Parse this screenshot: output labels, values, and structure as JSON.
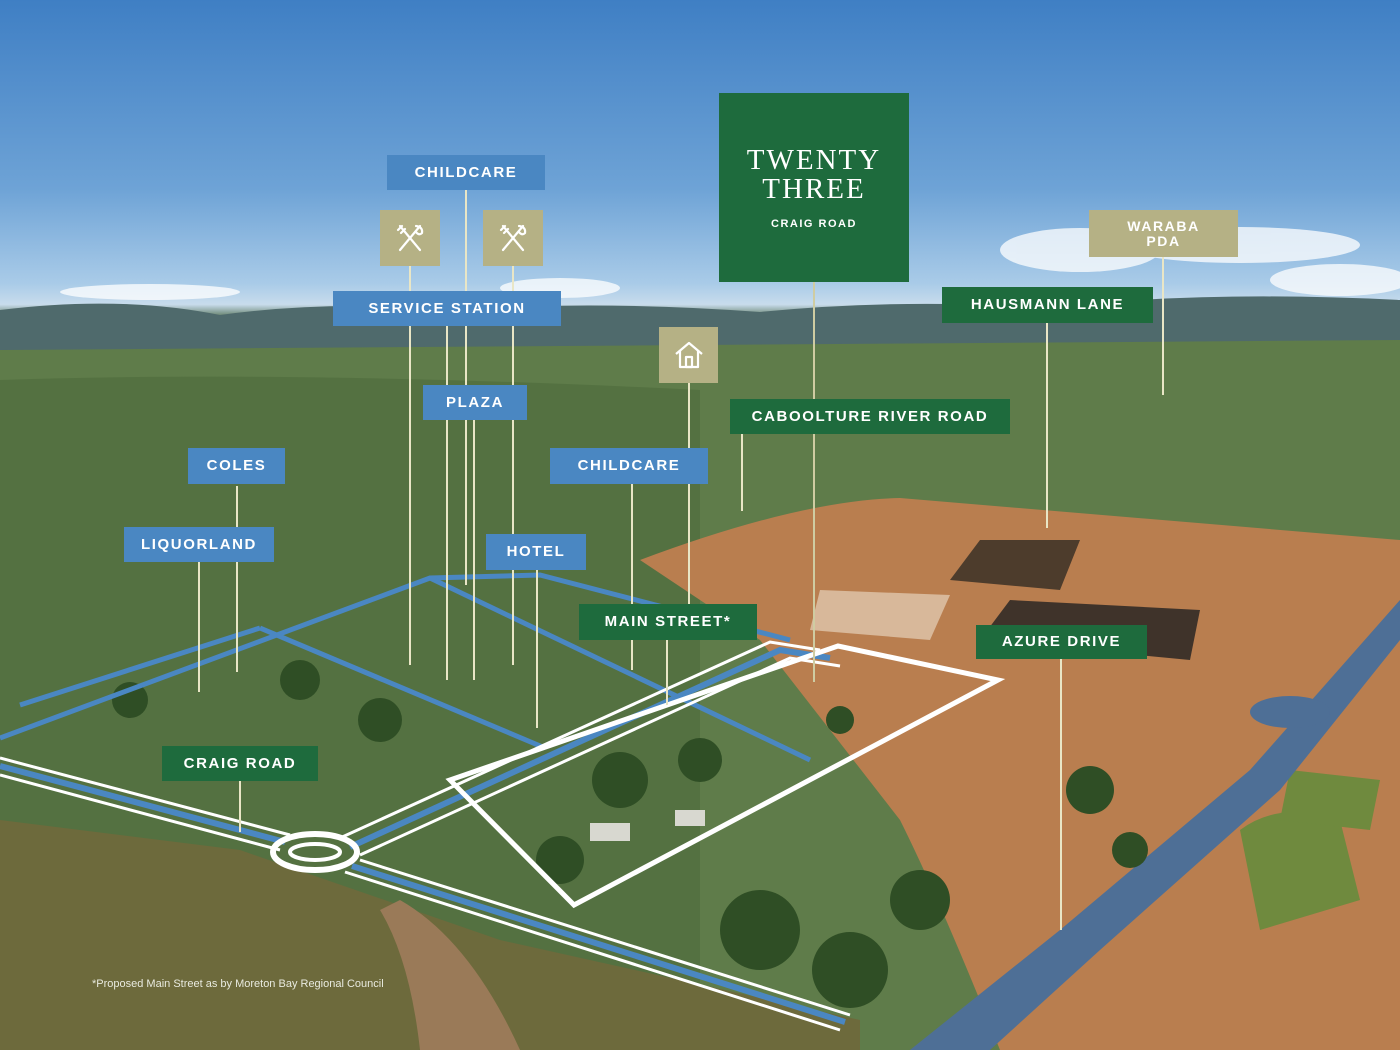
{
  "brand": {
    "line1": "TWENTY",
    "line2": "THREE",
    "line3": "CRAIG ROAD"
  },
  "labels": {
    "childcare_top": "CHILDCARE",
    "service_station": "SERVICE STATION",
    "plaza": "PLAZA",
    "coles": "COLES",
    "liquorland": "LIQUORLAND",
    "childcare_mid": "CHILDCARE",
    "hotel": "HOTEL",
    "main_street": "MAIN STREET*",
    "caboolture_river_road": "CABOOLTURE RIVER ROAD",
    "hausmann_lane": "HAUSMANN LANE",
    "waraba_pda": "WARABA\nPDA",
    "azure_drive": "AZURE DRIVE",
    "craig_road": "CRAIG ROAD"
  },
  "icons": {
    "dining_1": "utensils-icon",
    "dining_2": "utensils-icon",
    "home": "house-icon"
  },
  "footnote": "*Proposed Main Street as by Moreton Bay Regional Council",
  "colors": {
    "blue_label": "#4a87c2",
    "green_label": "#1e6b3d",
    "khaki_label": "#b5b185",
    "boundary": "#ffffff"
  }
}
